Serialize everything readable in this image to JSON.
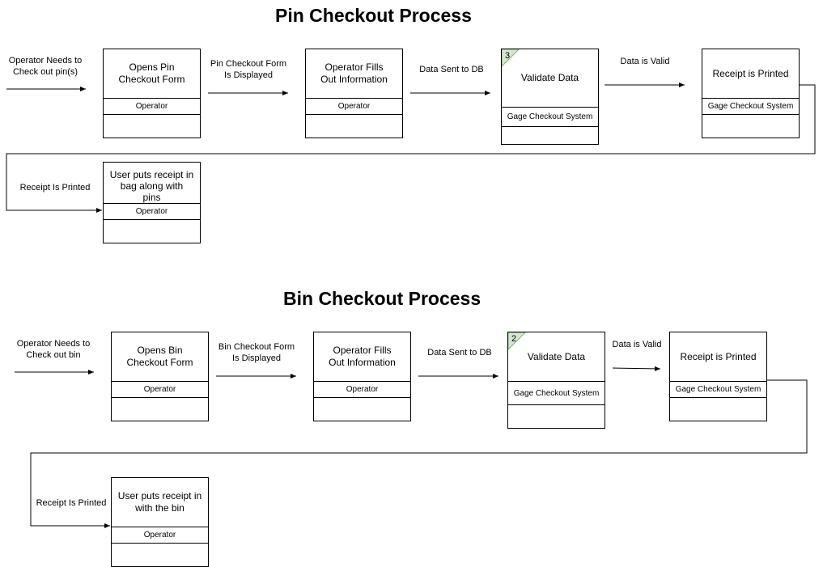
{
  "pin": {
    "title": "Pin Checkout Process",
    "start_label": "Operator Needs to\nCheck out pin(s)",
    "steps": [
      {
        "name": "Opens Pin\nCheckout Form",
        "role": "Operator"
      },
      {
        "name": "Operator Fills\nOut Information",
        "role": "Operator"
      },
      {
        "name": "Validate Data",
        "role": "Gage Checkout System",
        "badge": "3"
      },
      {
        "name": "Receipt is Printed",
        "role": "Gage Checkout System"
      },
      {
        "name": "User puts receipt in\nbag along with\npins",
        "role": "Operator"
      }
    ],
    "arrows": [
      "Pin Checkout Form\nIs Displayed",
      "Data Sent to DB",
      "Data is Valid",
      "Receipt Is Printed"
    ]
  },
  "bin": {
    "title": "Bin Checkout Process",
    "start_label": "Operator Needs to\nCheck out bin",
    "steps": [
      {
        "name": "Opens Bin\nCheckout Form",
        "role": "Operator"
      },
      {
        "name": "Operator Fills\nOut Information",
        "role": "Operator"
      },
      {
        "name": "Validate Data",
        "role": "Gage Checkout System",
        "badge": "2"
      },
      {
        "name": "Receipt is Printed",
        "role": "Gage Checkout System"
      },
      {
        "name": "User puts receipt in\nwith the bin",
        "role": "Operator"
      }
    ],
    "arrows": [
      "Bin Checkout Form\nIs Displayed",
      "Data Sent to DB",
      "Data is Valid",
      "Receipt Is Printed"
    ]
  }
}
